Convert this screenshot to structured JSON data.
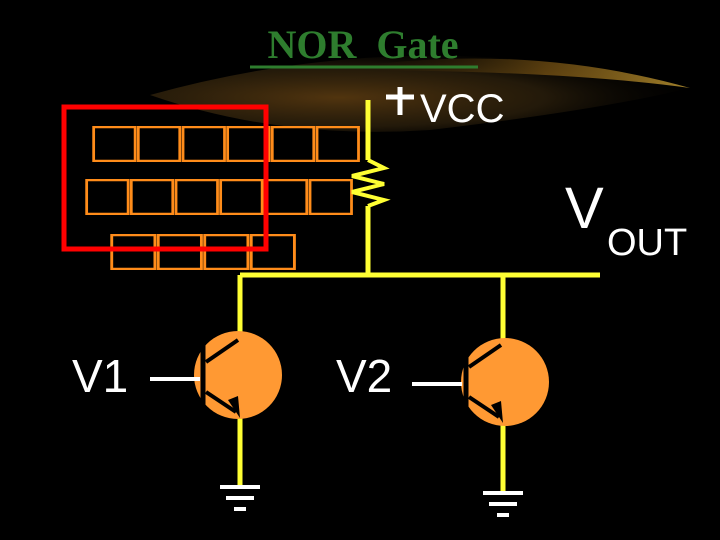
{
  "title": "NOR  Gate",
  "vcc_label": "VCC",
  "vout_label": {
    "main": "V",
    "sub": "OUT"
  },
  "input_labels": {
    "v1": "V1",
    "v2": "V2"
  },
  "boxed_text_rows": [
    "□□□□□□",
    "□□□□□□",
    "□□□□"
  ],
  "colors": {
    "background": "#000000",
    "title": "#2e7d2e",
    "wire": "#ffff33",
    "transistor": "#ff9933",
    "glyph_boxes": "#ff8c1a",
    "highlight_box": "#ff0000",
    "text": "#ffffff"
  }
}
